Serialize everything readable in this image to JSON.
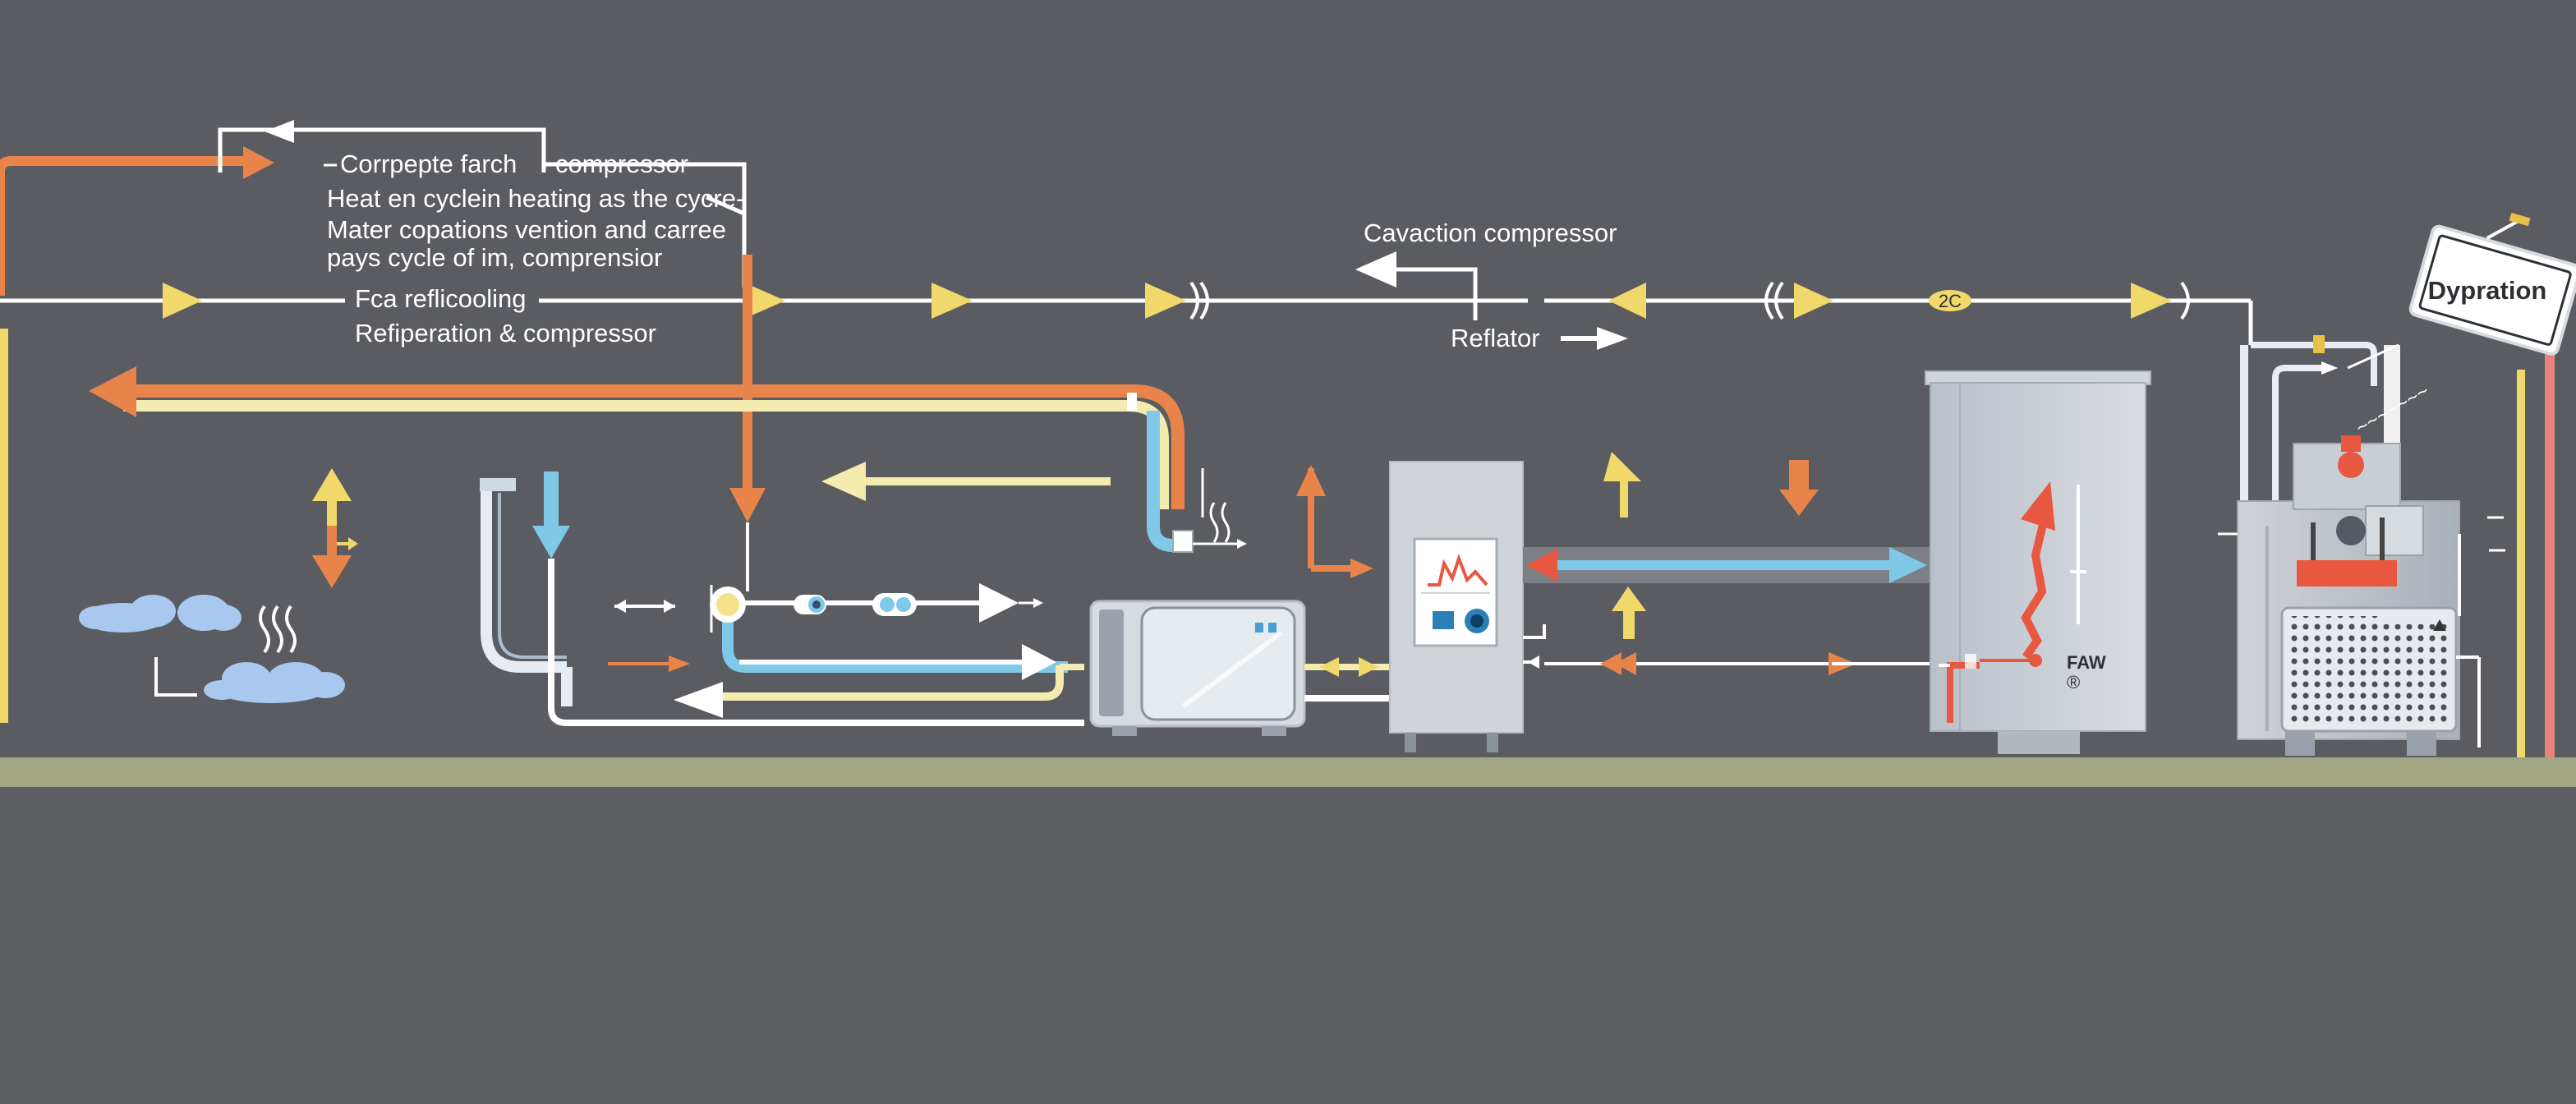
{
  "labels": {
    "top_box_title_left": "Corrpepte farch",
    "top_box_title_right": "compressor",
    "desc_line_1": "Heat en cyclein heating as the cycre-",
    "desc_line_2": "Mater copations vention and carree",
    "desc_line_3": "pays cycle of im, comprensior",
    "line_label_1": "Fca reflicooling",
    "line_label_2": "Refiperation & compressor",
    "cavaction_label": "Cavaction compressor",
    "reflator_label": "Reflator",
    "valve_badge": "2C",
    "cabinet_label": "FAW",
    "cabinet_mark": "®",
    "dypration_label": "Dypration"
  },
  "colors": {
    "background": "#5a5c61",
    "floor": "#a2a685",
    "lower_band": "#5e5f63",
    "pipe_white": "#f2f2f2",
    "pipe_orange": "#e8844a",
    "pipe_cream": "#f4ebae",
    "pipe_blue": "#7fc9e8",
    "arrow_yellow": "#f0d96a",
    "accent_red": "#e8573f",
    "unit_gray": "#c9ced4"
  }
}
